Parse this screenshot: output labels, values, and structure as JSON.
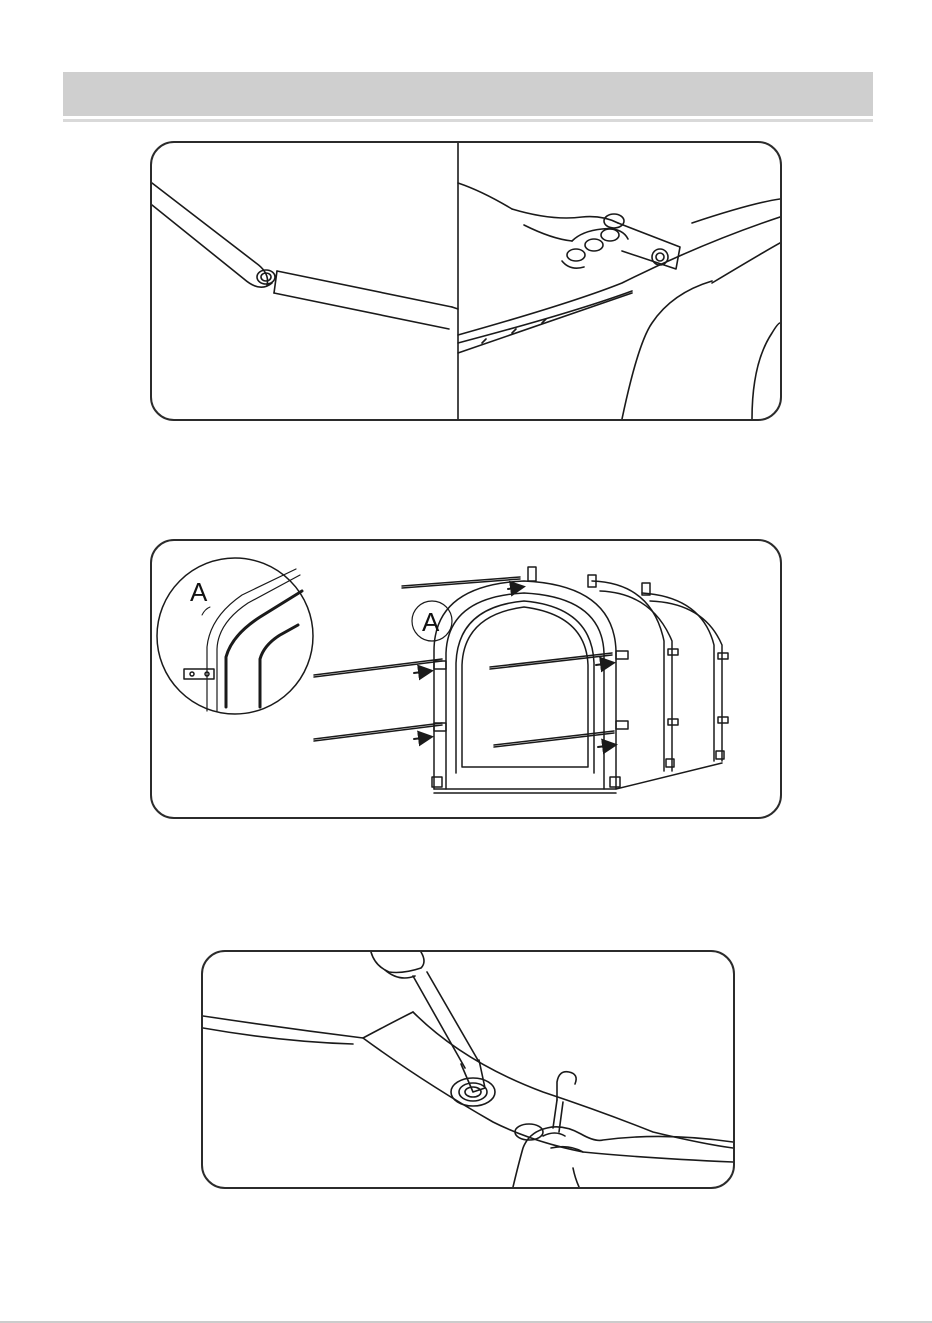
{
  "document": {
    "header": {
      "text": ""
    },
    "figures": [
      {
        "name": "sleeve-pole-insertion",
        "panels": 2
      },
      {
        "name": "frame-assembly",
        "callouts": [
          "A",
          "A"
        ]
      },
      {
        "name": "peg-staking"
      }
    ]
  },
  "colors": {
    "ink": "#1a1a1a",
    "header_band": "#cfcfcf",
    "paper": "#ffffff"
  },
  "icons": [
    "arrow-right-icon"
  ]
}
